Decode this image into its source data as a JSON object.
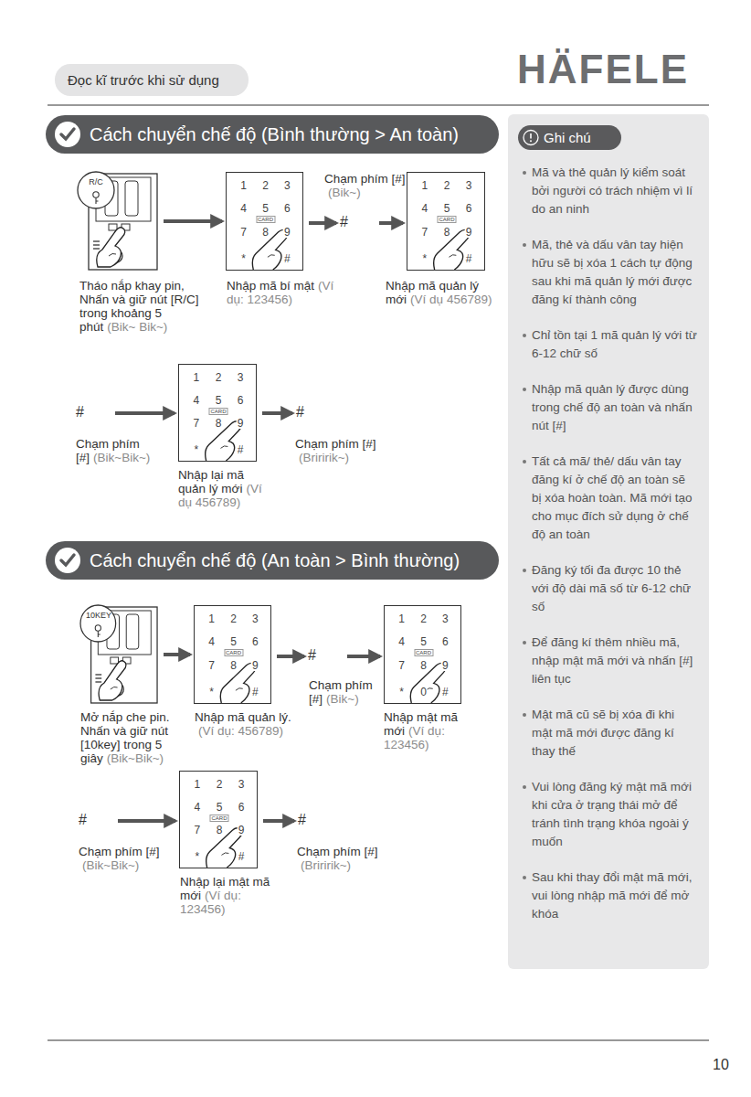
{
  "diagram": {
    "nodes": [
      {
        "text": [
          "Đọc kĩ trước khi sử dụng"
        ]
      },
      {
        "text": [
          "Cách chuyển chế độ (Bình thường > An toàn)"
        ]
      },
      {
        "text": [
          "R/C"
        ]
      },
      {
        "text": [
          "1",
          "2",
          "3",
          "4",
          "5",
          "6",
          "CARD",
          "7",
          "8",
          "9",
          "*",
          "#"
        ]
      },
      {
        "text": [
          "#"
        ]
      },
      {
        "text": [
          "1",
          "2",
          "3",
          "4",
          "5",
          "6",
          "CARD",
          "7",
          "8",
          "9",
          "*",
          "#"
        ]
      },
      {
        "text": [
          "#"
        ]
      },
      {
        "text": [
          "1",
          "2",
          "3",
          "4",
          "5",
          "6",
          "CARD",
          "7",
          "8",
          "9",
          "*",
          "#"
        ]
      },
      {
        "text": [
          "#"
        ]
      },
      {
        "text": [
          "Cách chuyển chế độ (An toàn > Bình thường)"
        ]
      },
      {
        "text": [
          "10KEY"
        ]
      },
      {
        "text": [
          "1",
          "2",
          "3",
          "4",
          "5",
          "6",
          "CARD",
          "7",
          "8",
          "9",
          "*",
          "#"
        ]
      },
      {
        "text": [
          "#"
        ]
      },
      {
        "text": [
          "1",
          "2",
          "3",
          "4",
          "5",
          "6",
          "CARD",
          "7",
          "8",
          "9",
          "*",
          "0",
          "#"
        ]
      },
      {
        "text": [
          "#"
        ]
      },
      {
        "text": [
          "1",
          "2",
          "3",
          "4",
          "5",
          "6",
          "CARD",
          "7",
          "8",
          "9",
          "*",
          "#"
        ]
      },
      {
        "text": [
          "#"
        ]
      },
      {
        "text": [
          "Mã và thẻ quản lý kiểm soát bởi người có trách nhiệm vì lí do an ninh",
          "Mã, thẻ và dấu vân tay hiện hữu sẽ bị xóa 1 cách tự động sau khi mã quản lý mới được đăng kí thành công",
          "Chỉ tồn tại 1 mã quản lý với từ 6-12 chữ số",
          "Nhập mã quản lý được dùng trong chế độ an toàn và nhấn nút [#]",
          "Tất cả mã/ thẻ/ dấu vân tay đăng kí ở chế độ an toàn sẽ bị xóa hoàn toàn. Mã mới tạo cho mục đích sử dụng ở chế độ an toàn",
          "Đăng ký tối đa được 10 thẻ với độ dài mã số từ 6-12 chữ số",
          "Để đăng kí thêm nhiều mã, nhập mật mã mới và nhấn [#] liên tục",
          "Mật mã cũ sẽ bị xóa đi khi mật mã mới được đăng kí thay thế",
          "Vui lòng đăng ký mật mã mới khi cửa ở trạng thái mở để tránh tình trạng khóa ngoài ý muốn",
          "Sau khi thay đổi mật mã mới, vui lòng nhập mã mới để mở khóa"
        ]
      },
      {
        "text": [
          "Ghi chú"
        ],
        "in": 17
      }
    ],
    "edges": [
      {
        "from": 2,
        "to": 3,
        "arrow": "to"
      },
      {
        "from": 3,
        "to": 4,
        "arrow": "to"
      },
      {
        "from": 4,
        "to": 5,
        "arrow": "to"
      },
      {
        "from": 6,
        "to": 7,
        "arrow": "to"
      },
      {
        "from": 7,
        "to": 8,
        "arrow": "to"
      },
      {
        "from": 10,
        "to": 11,
        "arrow": "to"
      },
      {
        "from": 11,
        "to": 12,
        "arrow": "to"
      },
      {
        "from": 12,
        "to": 13,
        "arrow": "to"
      },
      {
        "from": 14,
        "to": 15,
        "arrow": "to"
      },
      {
        "from": 15,
        "to": 16,
        "arrow": "to"
      }
    ],
    "labels": [
      "HÄFELE",
      "Chạm phím [#]",
      "(Bik~)",
      "Tháo nắp khay pin, Nhấn và giữ nút [R/C] trong khoảng 5 phút",
      "(Bik~ Bik~)",
      "Nhập mã bí mật",
      "(Ví dụ: 123456)",
      "Nhập mã quản lý mới",
      "(Ví dụ 456789)",
      "Chạm phím [#]",
      "(Bik~Bik~)",
      "Nhập lại mã quản lý mới",
      "(Ví dụ 456789)",
      "Chạm phím [#]",
      "(Briririk~)",
      "Mở nắp che pin. Nhấn và giữ nút [10key] trong 5 giây",
      "(Bik~Bik~)",
      "Nhập mã quản lý.",
      "(Ví dụ: 456789)",
      "Chạm phím [#]",
      "(Bik~)",
      "Nhập mật mã mới",
      "(Ví dụ: 123456)",
      "Chạm phím [#]",
      "(Bik~Bik~)",
      "Nhập lại mật mã mới",
      "(Ví dụ: 123456)",
      "Chạm phím [#]",
      "(Briririk~)",
      "10"
    ]
  }
}
